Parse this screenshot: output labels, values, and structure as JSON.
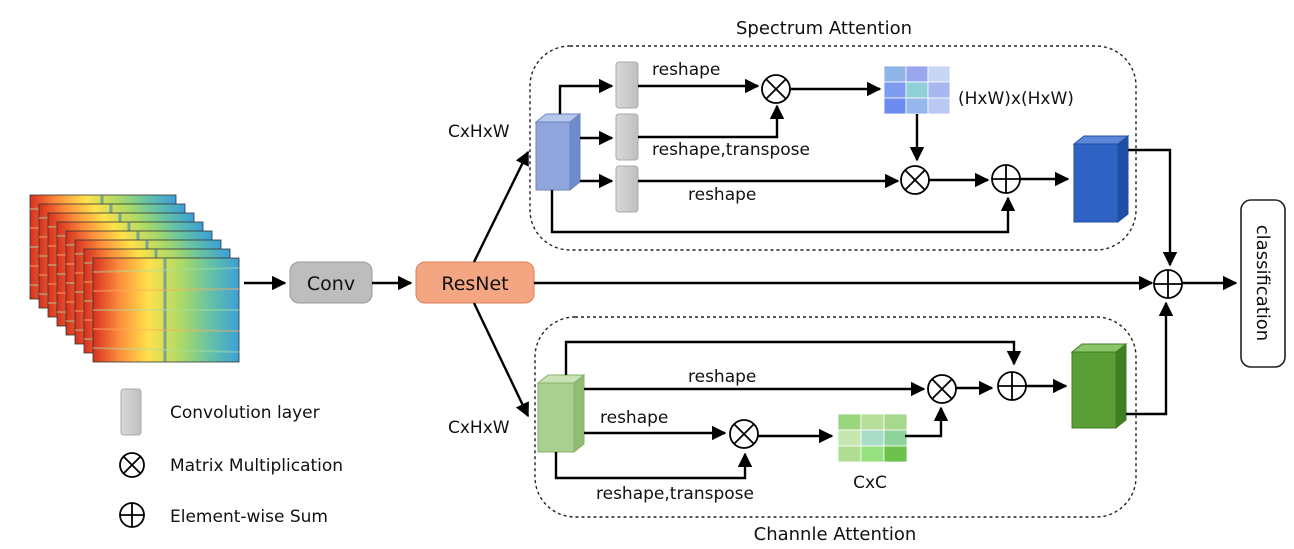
{
  "spectrum_attention": {
    "title": "Spectrum Attention",
    "input_shape": "CxHxW",
    "reshape_1": "reshape",
    "reshape_transpose": "reshape,transpose",
    "reshape_2": "reshape",
    "matrix_label": "(HxW)x(HxW)"
  },
  "channel_attention": {
    "title": "Channle Attention",
    "input_shape": "CxHxW",
    "reshape_1": "reshape",
    "reshape_2": "reshape",
    "reshape_transpose": "reshape,transpose",
    "matrix_label": "CxC"
  },
  "pipeline": {
    "conv": "Conv",
    "resnet": "ResNet",
    "output": "classification"
  },
  "legend": {
    "conv_layer": "Convolution layer",
    "matrix_mult": "Matrix Multiplication",
    "elementwise_sum": "Element-wise Sum"
  },
  "colors": {
    "resnet_fill": "#f4a582",
    "conv_fill": "#bdbdbd",
    "spectrum_cube": "#8ea6db",
    "spectrum_out": "#2e63c4",
    "channel_cube": "#a9d08e",
    "channel_out": "#5a9e35"
  },
  "icons": {
    "matrix_mult": "circled-times-icon",
    "elementwise_sum": "circled-plus-icon"
  }
}
